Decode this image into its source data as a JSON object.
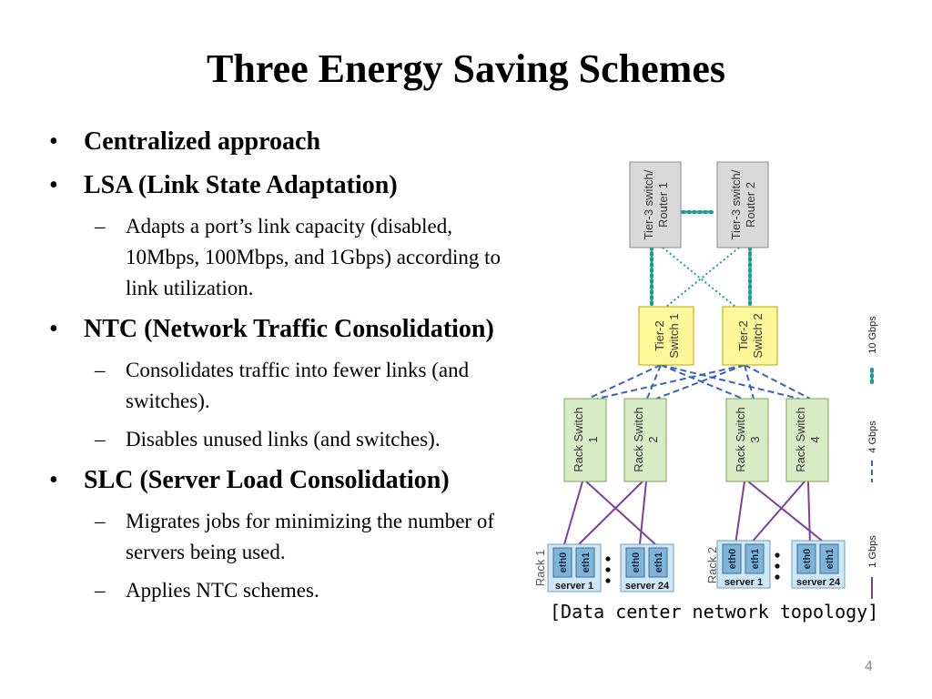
{
  "slide": {
    "title": "Three Energy Saving Schemes",
    "page_number": "4"
  },
  "bullets": {
    "b1": "Centralized approach",
    "b2": "LSA (Link State Adaptation)",
    "b2_sub1": "Adapts a port’s link capacity (disabled, 10Mbps, 100Mbps, and 1Gbps) according to link utilization.",
    "b3": "NTC (Network Traffic Consolidation)",
    "b3_sub1": "Consolidates traffic into fewer links (and switches).",
    "b3_sub2": "Disables unused links (and switches).",
    "b4": "SLC (Server Load Consolidation)",
    "b4_sub1": "Migrates jobs for minimizing the number of servers being used.",
    "b4_sub2": "Applies NTC schemes."
  },
  "diagram": {
    "caption": "[Data center network topology]",
    "tier3": [
      "Tier-3 switch/",
      "Router 1",
      "Tier-3 switch/",
      "Router 2"
    ],
    "tier2": [
      "Tier-2",
      "Switch 1",
      "Tier-2",
      "Switch 2"
    ],
    "rack_switches": [
      "Rack Switch",
      "1",
      "Rack Switch",
      "2",
      "Rack Switch",
      "3",
      "Rack Switch",
      "4"
    ],
    "racks": [
      "Rack 1",
      "Rack 2"
    ],
    "server_ports": [
      "eth0",
      "eth1"
    ],
    "server_labels": [
      "server 1",
      "server 24"
    ],
    "legend": [
      "10 Gbps",
      "4 Gbps",
      "1 Gbps"
    ],
    "colors": {
      "tier3_fill": "#d9d9d9",
      "tier2_fill": "#fff799",
      "rack_fill": "#d7ecc4",
      "server_fill": "#cfe7f5",
      "port_fill": "#7fb3d8",
      "link_10g": "#169e8e",
      "link_4g": "#3a63b8",
      "link_1g": "#7b3f9e"
    }
  }
}
